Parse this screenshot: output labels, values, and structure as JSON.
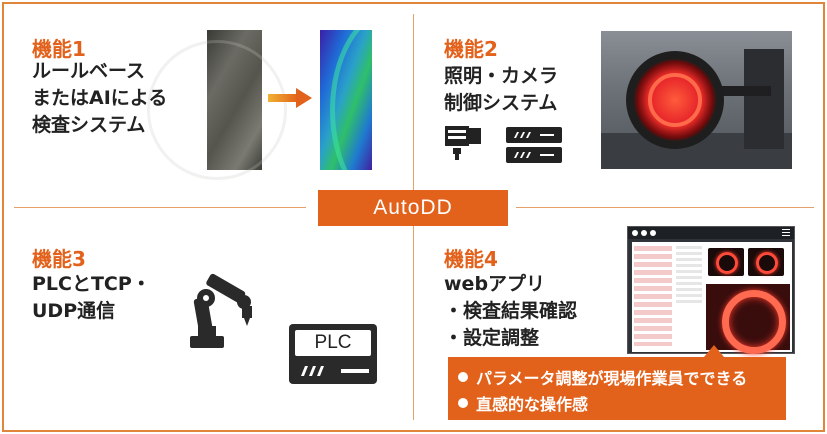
{
  "center_label": "AutoDD",
  "feature1": {
    "title": "機能1",
    "desc": "ルールベース\nまたはAIによる\n検査システム"
  },
  "feature2": {
    "title": "機能2",
    "desc": "照明・カメラ\n制御システム"
  },
  "feature3": {
    "title": "機能3",
    "desc": "PLCとTCP・\nUDP通信",
    "plc_label": "PLC"
  },
  "feature4": {
    "title": "機能4",
    "desc": "webアプリ\n・検査結果確認\n・設定調整",
    "bullets": [
      "パラメータ調整が現場作業員でできる",
      "直感的な操作感"
    ]
  },
  "icons": [
    "arrow-right-icon",
    "camera-icon",
    "controller-icon",
    "robot-arm-icon",
    "plc-device-icon",
    "bullet-icon"
  ],
  "colors": {
    "accent": "#e2611b",
    "frame": "#e0863a",
    "arrow_start": "#f2b233",
    "arrow_end": "#e2611b",
    "text": "#222222"
  }
}
